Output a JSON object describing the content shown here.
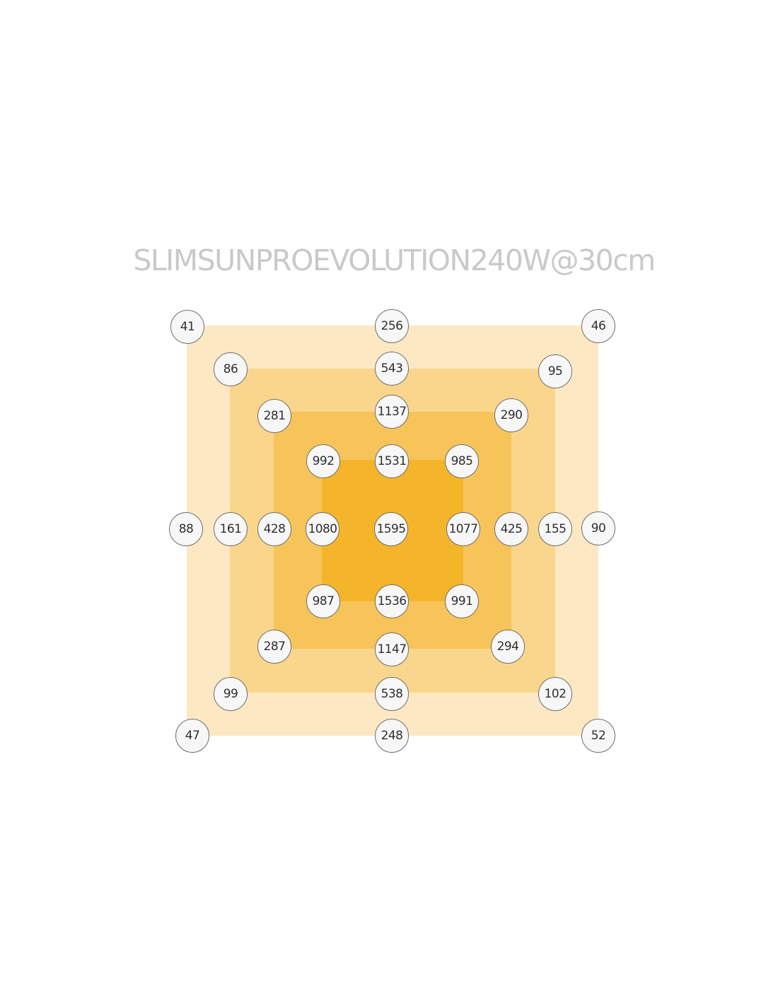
{
  "title": "SLIMSUNPROEVOLUTION240W@30cm",
  "colors": {
    "zone_outer": "#fce9c4",
    "zone_2": "#f9d68c",
    "zone_3": "#f7c45a",
    "zone_inner": "#f5b52b",
    "point_fill": "#f7f7f7",
    "point_border": "#6d6d6d"
  },
  "points": [
    {
      "id": "tl-outer",
      "value": "41"
    },
    {
      "id": "t-outer",
      "value": "256"
    },
    {
      "id": "tr-outer",
      "value": "46"
    },
    {
      "id": "tl-ring2",
      "value": "86"
    },
    {
      "id": "t-ring2",
      "value": "543"
    },
    {
      "id": "tr-ring2",
      "value": "95"
    },
    {
      "id": "tl-ring3",
      "value": "281"
    },
    {
      "id": "t-ring3",
      "value": "1137"
    },
    {
      "id": "tr-ring3",
      "value": "290"
    },
    {
      "id": "tl-inner",
      "value": "992"
    },
    {
      "id": "t-inner",
      "value": "1531"
    },
    {
      "id": "tr-inner",
      "value": "985"
    },
    {
      "id": "l-outer",
      "value": "88"
    },
    {
      "id": "l-ring2",
      "value": "161"
    },
    {
      "id": "l-ring3",
      "value": "428"
    },
    {
      "id": "l-inner",
      "value": "1080"
    },
    {
      "id": "center",
      "value": "1595"
    },
    {
      "id": "r-inner",
      "value": "1077"
    },
    {
      "id": "r-ring3",
      "value": "425"
    },
    {
      "id": "r-ring2",
      "value": "155"
    },
    {
      "id": "r-outer",
      "value": "90"
    },
    {
      "id": "bl-inner",
      "value": "987"
    },
    {
      "id": "b-inner",
      "value": "1536"
    },
    {
      "id": "br-inner",
      "value": "991"
    },
    {
      "id": "bl-ring3",
      "value": "287"
    },
    {
      "id": "b-ring3",
      "value": "1147"
    },
    {
      "id": "br-ring3",
      "value": "294"
    },
    {
      "id": "bl-ring2",
      "value": "99"
    },
    {
      "id": "b-ring2",
      "value": "538"
    },
    {
      "id": "br-ring2",
      "value": "102"
    },
    {
      "id": "bl-outer",
      "value": "47"
    },
    {
      "id": "b-outer",
      "value": "248"
    },
    {
      "id": "br-outer",
      "value": "52"
    }
  ]
}
